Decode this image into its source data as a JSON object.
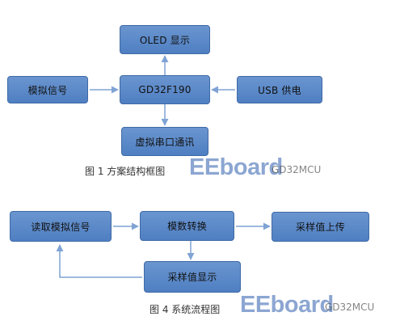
{
  "diagram1": {
    "nodes": {
      "oled": "OLED 显示",
      "mcu": "GD32F190",
      "analog": "模拟信号",
      "usb": "USB 供电",
      "uart": "虚拟串口通讯"
    },
    "caption": "图 1  方案结构框图"
  },
  "diagram2": {
    "nodes": {
      "read": "读取模拟信号",
      "adc": "模数转换",
      "upload": "采样值上传",
      "display": "采样值显示"
    },
    "caption": "图 4 系统流程图"
  },
  "watermarks": [
    {
      "logo": "EEboard",
      "text": "GD32MCU"
    },
    {
      "logo": "EEboard",
      "text": "GD32MCU"
    }
  ],
  "colors": {
    "box_fill": "#5b8ac9",
    "box_border": "#3f6aa6",
    "arrow": "#7fa3d4",
    "watermark": "#2f5fae"
  }
}
